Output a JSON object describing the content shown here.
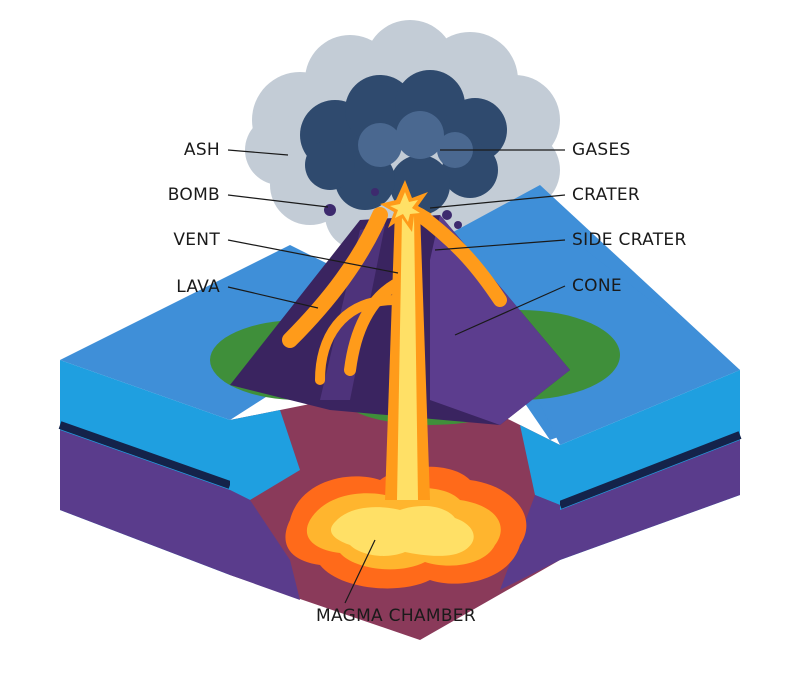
{
  "labels": {
    "ash": "ASH",
    "bomb": "BOMB",
    "vent": "VENT",
    "lava": "LAVA",
    "gases": "GASES",
    "crater": "CRATER",
    "side_crater": "SIDE CRATER",
    "cone": "CONE",
    "magma_chamber": "MAGMA CHAMBER"
  },
  "colors": {
    "ash_cloud": "#c3ccd6",
    "gas_cloud": "#2f4a6e",
    "gas_cloud_light": "#4a6890",
    "water_top": "#3f8fd8",
    "water_side": "#1f9fe0",
    "rock_layer": "#5a3c8c",
    "rock_layer_dark": "#3d2a6e",
    "cone": "#3a2460",
    "cone_light": "#5c3d8e",
    "island": "#3f8f3a",
    "lava": "#ff9b1a",
    "lava_core": "#ffe066",
    "magma_outer": "#ff6a1a",
    "magma_crust": "#8a3a5a",
    "leader_line": "#1a1a1a"
  }
}
